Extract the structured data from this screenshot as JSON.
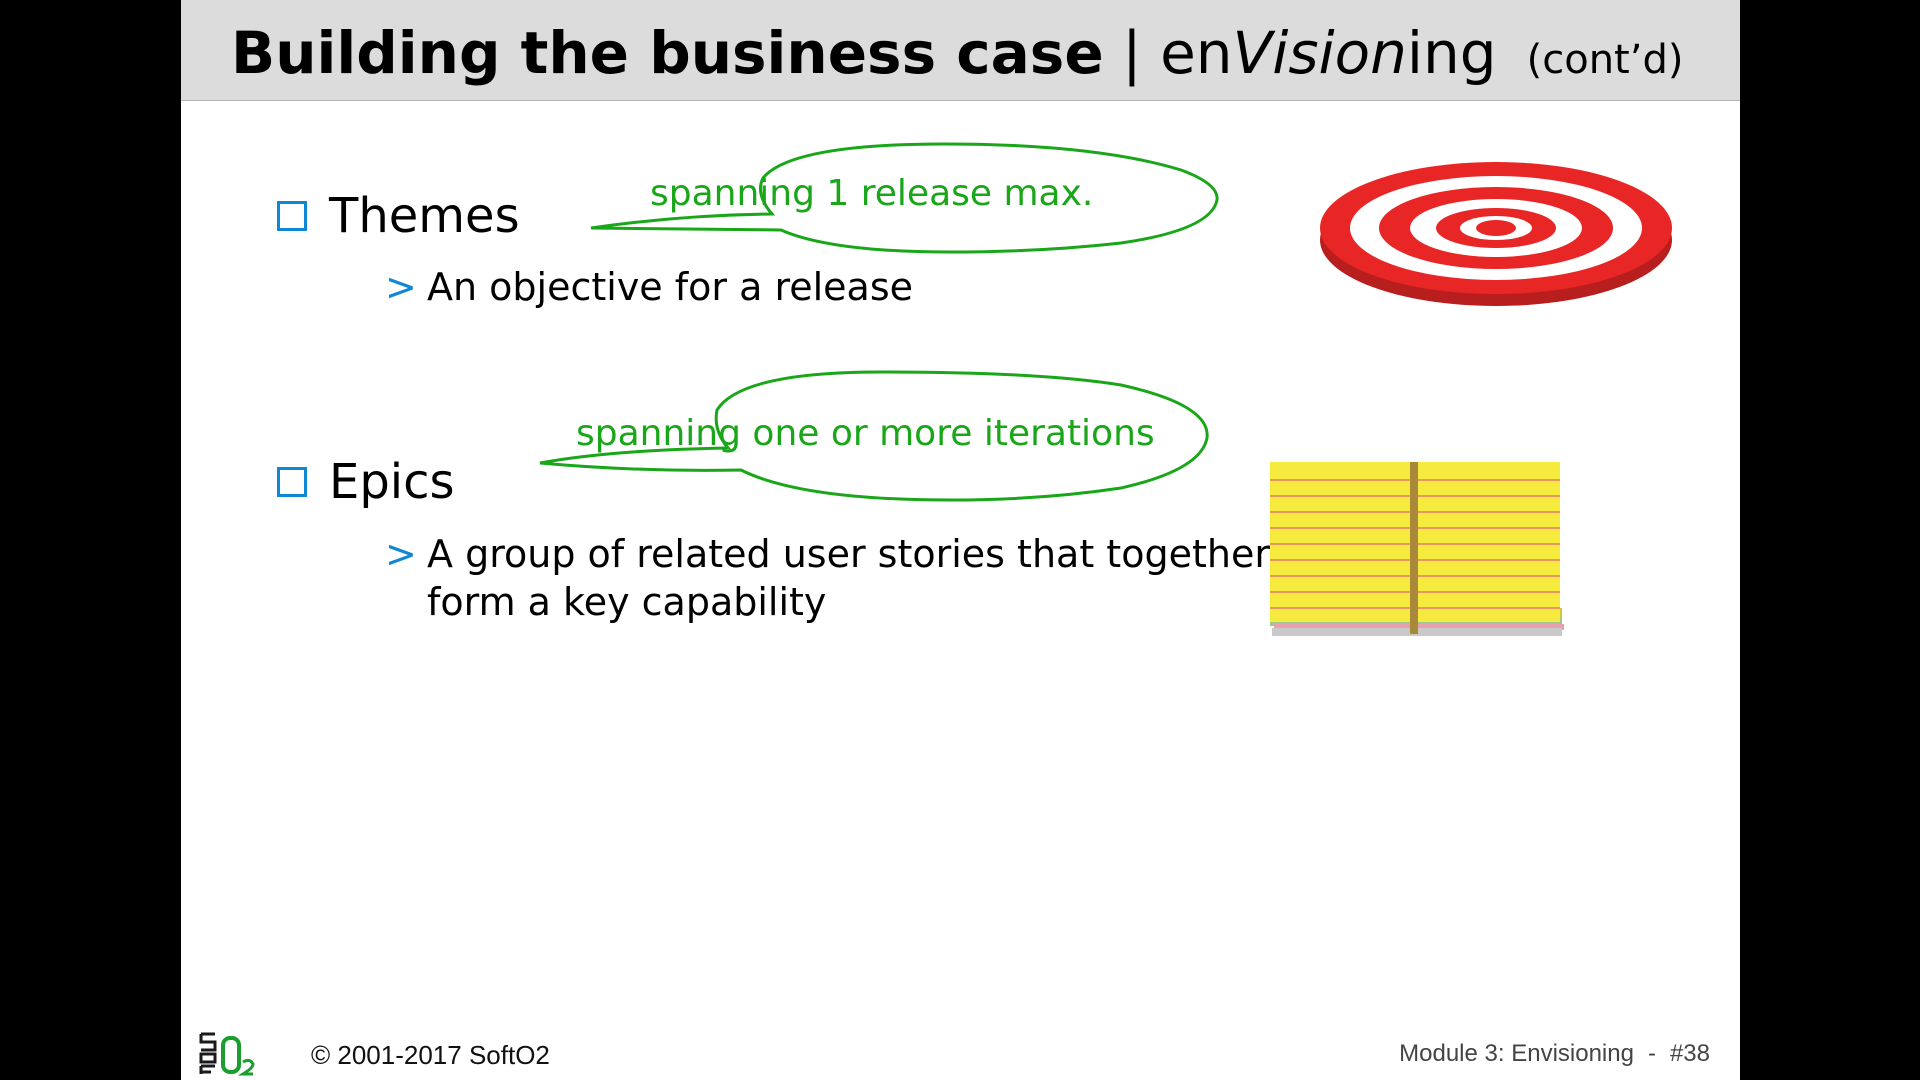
{
  "slide": {
    "title": {
      "bold": "Building the business case",
      "separator": " | ",
      "pre": "en",
      "italic": "Vision",
      "post": "ing",
      "cont": "(cont’d)"
    },
    "bullets": [
      {
        "label": "Themes",
        "sub": "An objective for a release",
        "callout": "spanning 1 release max."
      },
      {
        "label": "Epics",
        "sub_lines": [
          "A group of related user stories that together",
          "form a key capability"
        ],
        "callout": "spanning one or more iterations"
      }
    ],
    "sub_marker": ">",
    "icons": [
      "checkbox-icon",
      "target-icon",
      "index-cards-icon",
      "softo2-logo-icon"
    ],
    "colors": {
      "accent_blue": "#0f87d2",
      "callout_green": "#1aa619",
      "title_bar": "#dcdcdc"
    }
  },
  "footer": {
    "copyright": "© 2001-2017 SoftO2",
    "module": "Module 3: Envisioning",
    "separator": "-",
    "page": "#38",
    "logo_text": "SOFT O2"
  }
}
